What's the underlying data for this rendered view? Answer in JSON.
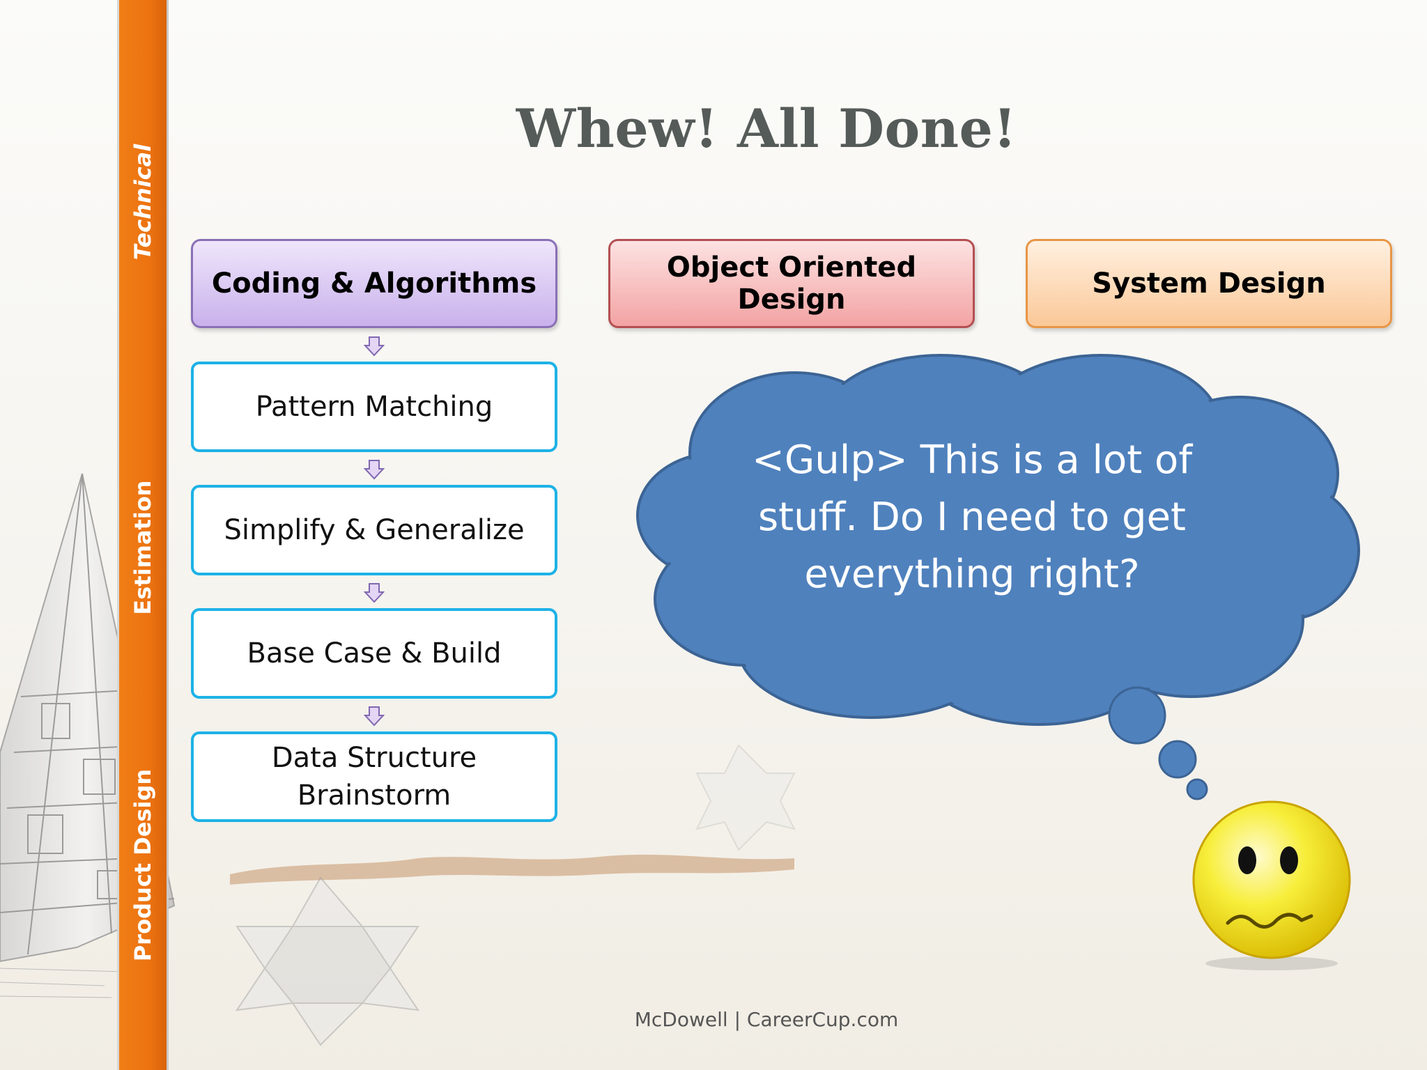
{
  "slide": {
    "title": "Whew! All Done!",
    "sidebar_labels": [
      "Technical",
      "Estimation",
      "Product Design"
    ],
    "categories": [
      "Coding & Algorithms",
      "Object Oriented Design",
      "System Design"
    ],
    "steps": [
      "Pattern Matching",
      "Simplify & Generalize",
      "Base Case & Build",
      "Data Structure Brainstorm"
    ],
    "thought_bubble": "<Gulp> This is a lot of stuff. Do I need to get everything right?",
    "footer": "McDowell | CareerCup.com"
  },
  "colors": {
    "sidebar": "#ec7210",
    "title": "#555b59",
    "coding_box": "#c9b1ec",
    "ood_box": "#f3a3a3",
    "system_box": "#fbc898",
    "step_border": "#1db2e6",
    "cloud": "#4f81bd",
    "smiley": "#f4e21a"
  },
  "icons": [
    "down-arrow-icon",
    "thought-cloud-icon",
    "worried-smiley-icon"
  ]
}
